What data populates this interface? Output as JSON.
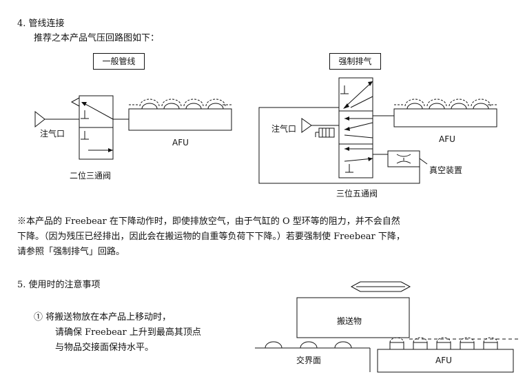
{
  "section4": {
    "heading": "4. 管线连接",
    "intro": "推荐之本产品气压回路图如下："
  },
  "diagram_left": {
    "box_title": "一般管线",
    "inlet_label": "注气口",
    "afu_label": "AFU",
    "valve_label": "二位三通阀"
  },
  "diagram_right": {
    "box_title": "强制排气",
    "inlet_label": "注气口",
    "afu_label": "AFU",
    "vacuum_label": "真空装置",
    "valve_label": "三位五通阀"
  },
  "note": {
    "line1": "※本产品的 Freebear 在下降动作时，即使排放空气，由于气缸的 O 型环等的阻力，并不会自然",
    "line2": "下降。（因为残压已经排出，因此会在搬运物的自重等负荷下下降。）若要强制使 Freebear 下降，",
    "line3": "请参照「强制排气」回路。"
  },
  "section5": {
    "heading": "5. 使用时的注意事项",
    "item1_line1": "①  将搬送物放在本产品上移动时，",
    "item1_line2": "请确保 Freebear 上升到最高其顶点",
    "item1_line3": "与物品交接面保持水平。"
  },
  "diagram_bottom": {
    "object_label": "搬送物",
    "interface_label": "交界面",
    "afu_label": "AFU"
  }
}
